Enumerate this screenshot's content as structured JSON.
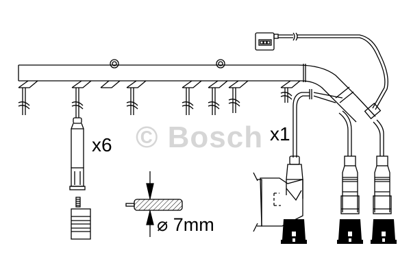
{
  "diagram": {
    "subject": "Ignition cable set",
    "watermark": "© Bosch",
    "labels": {
      "quantity_cables": "x6",
      "quantity_harness": "x1",
      "diameter": "⌀ 7mm"
    },
    "colors": {
      "line": "#000000",
      "watermark": "#d6d6d6",
      "background": "#ffffff"
    },
    "components": [
      {
        "name": "harness-rail",
        "count": 1
      },
      {
        "name": "sensor-connector",
        "pins": 3
      },
      {
        "name": "spark-plug-connector",
        "count": 6
      },
      {
        "name": "spark-plug-terminal",
        "count": 6
      },
      {
        "name": "angled-coil-boot",
        "count": 1
      },
      {
        "name": "straight-coil-boot",
        "count": 2
      },
      {
        "name": "coil-terminal-cap",
        "count": 3
      }
    ]
  }
}
